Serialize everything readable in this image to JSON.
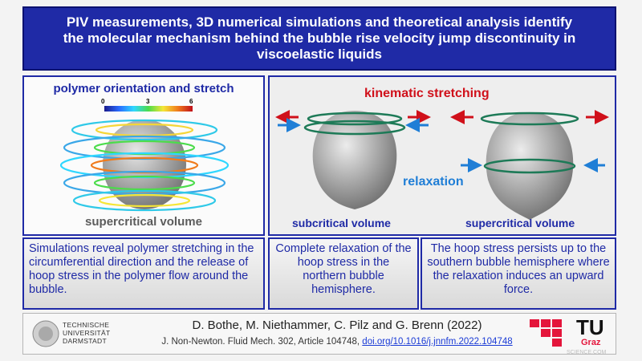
{
  "title": {
    "line1": "PIV measurements, 3D numerical simulations and theoretical analysis identify",
    "line2": "the molecular mechanism behind the bubble rise velocity jump discontinuity in",
    "line3": "viscoelastic liquids"
  },
  "left_panel": {
    "heading": "polymer orientation and stretch",
    "colorbar_ticks": [
      "0",
      "3",
      "6"
    ],
    "caption": "supercritical volume"
  },
  "right_panel": {
    "kinematic_label": "kinematic stretching",
    "relaxation_label": "relaxation",
    "sub_label": "subcritical volume",
    "super_label": "supercritical volume"
  },
  "texts": {
    "left": "Simulations reveal polymer stretching in the circumferential direction and the release of hoop stress in the polymer flow around the bubble.",
    "middle": "Complete relaxation of the hoop stress in the northern bubble hemisphere.",
    "right": "The hoop stress persists up to the southern bubble hemisphere where the relaxation induces an upward force."
  },
  "footer": {
    "tu_darmstadt": [
      "TECHNISCHE",
      "UNIVERSITÄT",
      "DARMSTADT"
    ],
    "authors": "D. Bothe, M. Niethammer, C. Pilz and G. Brenn (2022)",
    "journal_prefix": "J. Non-Newton. Fluid Mech. 302, Article 104748,",
    "doi": "doi.org/10.1016/j.jnnfm.2022.104748",
    "tu_graz_big": "TU",
    "tu_graz_small": "Graz",
    "watermark": "SCIENCE.COM"
  },
  "colors": {
    "banner": "#1f2aa6",
    "red_arrow": "#d0101a",
    "blue_arrow": "#1f7ed6",
    "ring": "#1d7a57"
  }
}
